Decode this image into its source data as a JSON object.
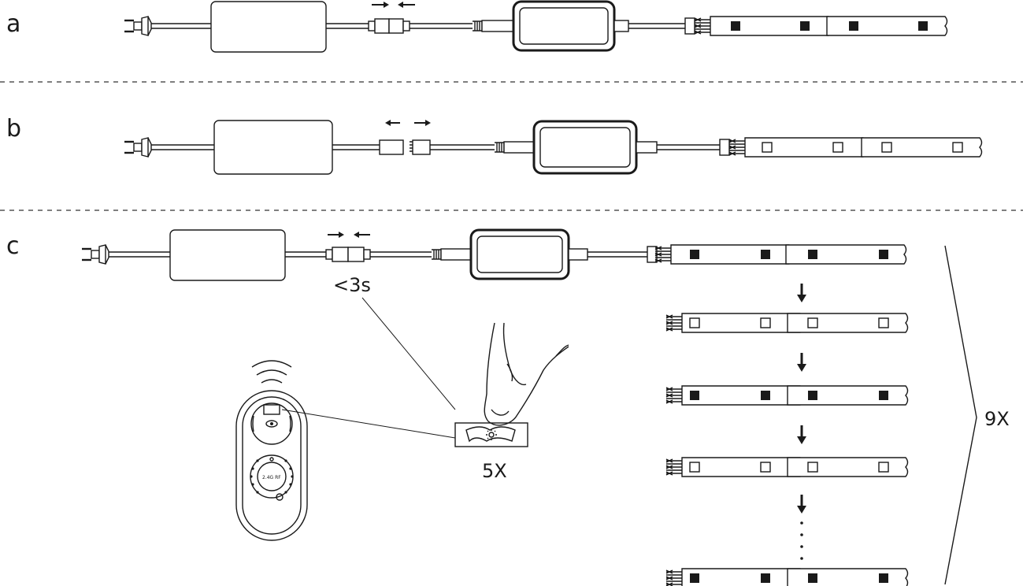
{
  "sections": {
    "a": {
      "label": "a",
      "connector": "joined",
      "led_state": "on"
    },
    "b": {
      "label": "b",
      "connector": "separated",
      "led_state": "off"
    },
    "c": {
      "label": "c",
      "connector": "joined",
      "led_state": "on"
    }
  },
  "annotations": {
    "hold_time": "<3s",
    "press_count": "5X",
    "repeat_count": "9X"
  },
  "remote": {
    "text": "2.4G RF"
  },
  "blink_sequence": [
    "on",
    "off",
    "on",
    "off",
    "on"
  ],
  "icons": [
    "plug-icon",
    "power-adapter-icon",
    "connector-icon",
    "controller-box-icon",
    "led-strip-icon",
    "remote-icon",
    "finger-icon",
    "button-icon",
    "sun-icon",
    "arrow-down-icon",
    "brace-icon"
  ]
}
